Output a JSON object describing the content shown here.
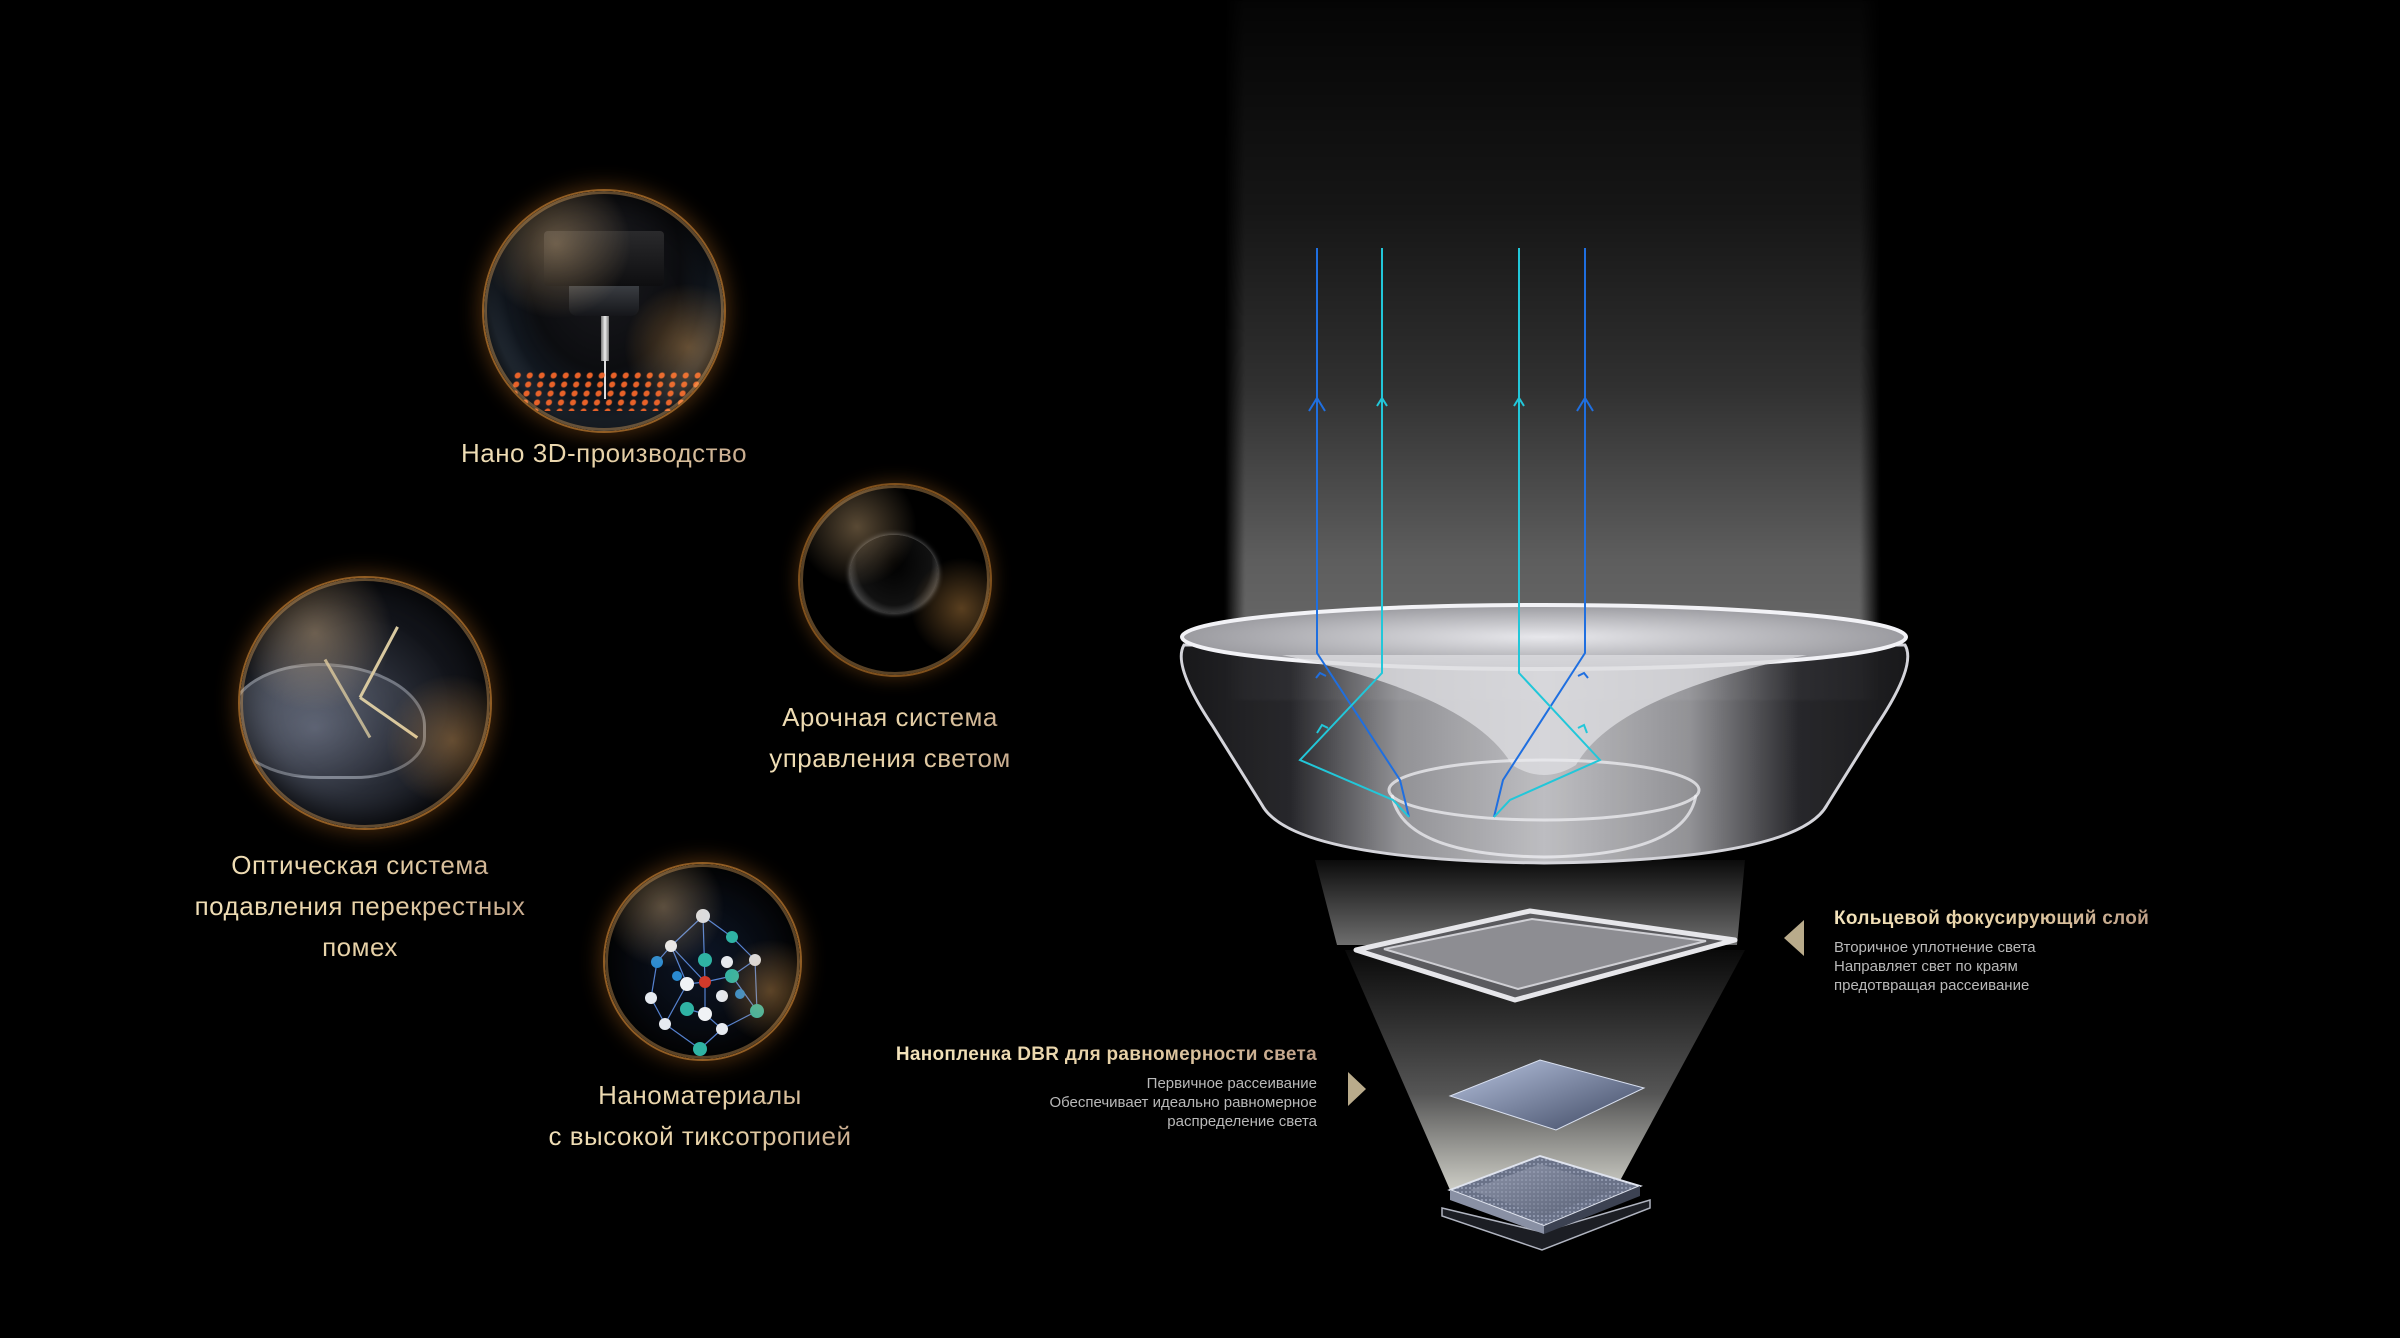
{
  "features": [
    {
      "id": "nano-3d",
      "lines": [
        "Нано 3D-производство"
      ],
      "icon": "cnc-nozzle-printing-icon"
    },
    {
      "id": "arch-light",
      "lines": [
        "Арочная система",
        "управления светом"
      ],
      "icon": "glass-droplet-icon"
    },
    {
      "id": "optical-crosstalk",
      "lines": [
        "Оптическая система",
        "подавления перекрестных",
        "помех"
      ],
      "icon": "lens-crosstalk-rays-icon"
    },
    {
      "id": "nanomaterials",
      "lines": [
        "Наноматериалы",
        "с высокой тиксотропией"
      ],
      "icon": "molecular-lattice-icon"
    }
  ],
  "layers": [
    {
      "id": "ring-focus",
      "title": "Кольцевой фокусирующий слой",
      "lines": [
        "Вторичное уплотнение света",
        "Направляет свет по краям",
        "предотвращая рассеивание"
      ],
      "pointer": "left-arrow-icon"
    },
    {
      "id": "dbr-film",
      "title": "Нанопленка DBR для равномерности света",
      "lines": [
        "Первичное рассеивание",
        "Обеспечивает идеально равномерное",
        "распределение света"
      ],
      "pointer": "right-arrow-icon"
    }
  ],
  "diagram": {
    "components": [
      "light-beam",
      "arch-lens",
      "ring-focus-frame",
      "dbr-film-plate",
      "led-chip"
    ],
    "ray_colors": {
      "outer": "#1f6fe0",
      "inner": "#22c7d9"
    }
  },
  "colors": {
    "background": "#000000",
    "label_gold_start": "#f3e3bb",
    "label_gold_end": "#bfa088",
    "body_text": "#b9b9b9"
  }
}
